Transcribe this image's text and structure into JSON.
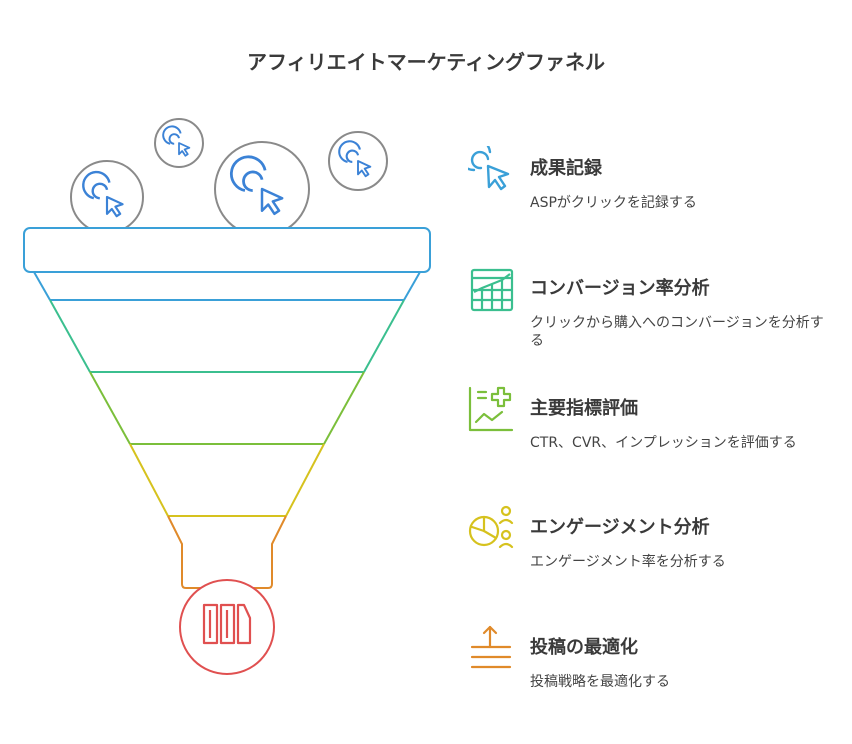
{
  "title": "アフィリエイトマーケティングファネル",
  "colors": {
    "blue": "#3aa0d8",
    "teal": "#3bbf8f",
    "green": "#7bbf3b",
    "yellow": "#d6c21e",
    "orange": "#e08a2a",
    "red": "#e05050",
    "gray": "#8a8a8a",
    "cursor": "#3b82d6"
  },
  "items": [
    {
      "heading": "成果記録",
      "description": "ASPがクリックを記録する",
      "icon": "cursor-click-icon"
    },
    {
      "heading": "コンバージョン率分析",
      "description": "クリックから購入へのコンバージョンを分析する",
      "icon": "chart-grid-icon"
    },
    {
      "heading": "主要指標評価",
      "description": "CTR、CVR、インプレッションを評価する",
      "icon": "metrics-plus-icon"
    },
    {
      "heading": "エンゲージメント分析",
      "description": "エンゲージメント率を分析する",
      "icon": "pie-people-icon"
    },
    {
      "heading": "投稿の最適化",
      "description": "投稿戦略を最適化する",
      "icon": "upload-lines-icon"
    }
  ]
}
